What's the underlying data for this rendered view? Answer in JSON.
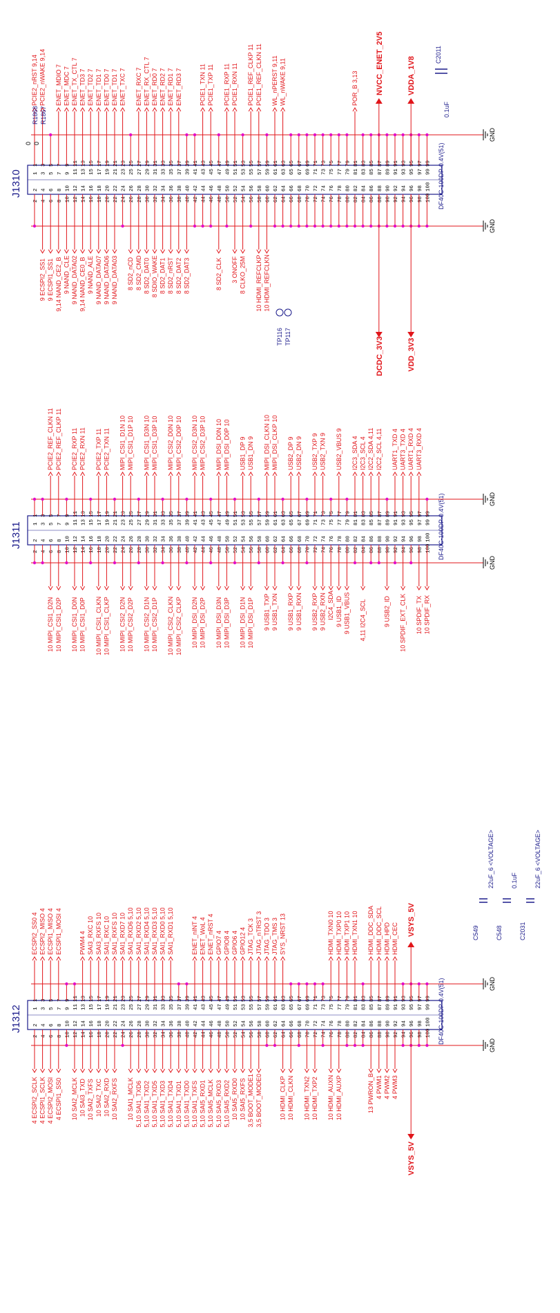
{
  "gnd_label": "GND",
  "connectors": [
    {
      "ref": "J1310",
      "part": "DF40C-100DP-0.4V(51)",
      "top_nets": [
        {
          "pin": 1,
          "label": "PCIE2_nRST",
          "ref": "9,14"
        },
        {
          "pin": 3,
          "label": "PCIE2_nWAKE",
          "ref": "9,14"
        },
        {
          "pin": 7,
          "label": "ENET_MDIO",
          "ref": "7"
        },
        {
          "pin": 9,
          "label": "ENET_MDC",
          "ref": "7"
        },
        {
          "pin": 11,
          "label": "ENET_TX_CTL",
          "ref": "7"
        },
        {
          "pin": 13,
          "label": "ENET_TD3",
          "ref": "7"
        },
        {
          "pin": 15,
          "label": "ENET_TD2",
          "ref": "7"
        },
        {
          "pin": 17,
          "label": "ENET_TD1",
          "ref": "7"
        },
        {
          "pin": 19,
          "label": "ENET_TD0",
          "ref": "7"
        },
        {
          "pin": 21,
          "label": "ENET_TD1",
          "ref": "7"
        },
        {
          "pin": 23,
          "label": "ENET_TXC",
          "ref": "7"
        },
        {
          "pin": 27,
          "label": "ENET_RXC",
          "ref": "7"
        },
        {
          "pin": 29,
          "label": "ENET_RX_CTL",
          "ref": "7"
        },
        {
          "pin": 31,
          "label": "ENET_RD0",
          "ref": "7"
        },
        {
          "pin": 33,
          "label": "ENET_RD2",
          "ref": "7"
        },
        {
          "pin": 35,
          "label": "ENET_RD1",
          "ref": "7"
        },
        {
          "pin": 37,
          "label": "ENET_RD3",
          "ref": "7"
        },
        {
          "pin": 43,
          "label": "PCIE1_TXN",
          "ref": "11"
        },
        {
          "pin": 45,
          "label": "PCIE1_TXP",
          "ref": "11"
        },
        {
          "pin": 49,
          "label": "PCIE1_RXP",
          "ref": "11"
        },
        {
          "pin": 51,
          "label": "PCIE1_RXN",
          "ref": "11"
        },
        {
          "pin": 55,
          "label": "PCIE1_REF_CLKP",
          "ref": "11"
        },
        {
          "pin": 57,
          "label": "PCIE1_REF_CLKN",
          "ref": "11"
        },
        {
          "pin": 61,
          "label": "WL_nPERST",
          "ref": "9,11"
        },
        {
          "pin": 63,
          "label": "WL_nWAKE",
          "ref": "9,11"
        },
        {
          "pin": 81,
          "label": "POR_B",
          "ref": "3,13"
        }
      ],
      "bottom_nets": [
        {
          "pin": 4,
          "label": "ECSPI2_SS1",
          "ref": "9"
        },
        {
          "pin": 6,
          "label": "ECSPI1_SS1",
          "ref": "9"
        },
        {
          "pin": 8,
          "label": "NAND_CE2_B",
          "ref": "9,14"
        },
        {
          "pin": 10,
          "label": "NAND_CLE",
          "ref": "9"
        },
        {
          "pin": 12,
          "label": "NAND_DATA02",
          "ref": "9"
        },
        {
          "pin": 14,
          "label": "NAND_CE0_B",
          "ref": "9,14"
        },
        {
          "pin": 16,
          "label": "NAND_ALE",
          "ref": "9"
        },
        {
          "pin": 18,
          "label": "NAND_DATA07",
          "ref": "9"
        },
        {
          "pin": 20,
          "label": "NAND_DATA06",
          "ref": "9"
        },
        {
          "pin": 22,
          "label": "NAND_DATA03",
          "ref": "9"
        },
        {
          "pin": 26,
          "label": "SD2_nCD",
          "ref": "8"
        },
        {
          "pin": 28,
          "label": "SD2_CMD",
          "ref": "8"
        },
        {
          "pin": 30,
          "label": "SD2_DAT0",
          "ref": "8"
        },
        {
          "pin": 32,
          "label": "SDIO_WAKE",
          "ref": "8"
        },
        {
          "pin": 34,
          "label": "SD2_DAT1",
          "ref": "8"
        },
        {
          "pin": 36,
          "label": "SD2_nRST",
          "ref": "8"
        },
        {
          "pin": 38,
          "label": "SD2_DAT2",
          "ref": "8"
        },
        {
          "pin": 40,
          "label": "SD2_DAT3",
          "ref": "8"
        },
        {
          "pin": 48,
          "label": "SD2_CLK",
          "ref": "8"
        },
        {
          "pin": 52,
          "label": "ONOFF",
          "ref": "3"
        },
        {
          "pin": 54,
          "label": "CLKO_25M",
          "ref": "8"
        },
        {
          "pin": 58,
          "label": "HDMI_REFCLKP",
          "ref": "10"
        },
        {
          "pin": 60,
          "label": "HDMI_REFCLKN",
          "ref": "10"
        }
      ],
      "resistors": [
        "R1868",
        "R1867"
      ],
      "resistor_values": [
        "0",
        "0"
      ],
      "testpoints": [
        "TP116",
        "TP117"
      ],
      "power_top": [
        {
          "label": "NVCC_ENET_2V5",
          "pin": 87
        },
        {
          "label": "VDDA_1V8",
          "pin": 95
        }
      ],
      "power_bottom": [
        {
          "label": "DCDC_3V3",
          "pin": 88
        },
        {
          "label": "VDD_3V3",
          "pin": 96
        }
      ],
      "cap": {
        "ref": "C2011",
        "value": "0.1uF"
      }
    },
    {
      "ref": "J1311",
      "part": "DF40C-100DP-0.4V(51)",
      "top_nets": [
        {
          "pin": 5,
          "label": "PCIE2_REF_CLKN",
          "ref": "11"
        },
        {
          "pin": 7,
          "label": "PCIE2_REF_CLKP",
          "ref": "11"
        },
        {
          "pin": 11,
          "label": "PCIE2_RXP",
          "ref": "11"
        },
        {
          "pin": 13,
          "label": "PCIE2_RXN",
          "ref": "11"
        },
        {
          "pin": 17,
          "label": "PCIE2_TXP",
          "ref": "11"
        },
        {
          "pin": 19,
          "label": "PCIE2_TXN",
          "ref": "11"
        },
        {
          "pin": 23,
          "label": "MIPI_CSI1_D1N",
          "ref": "10"
        },
        {
          "pin": 25,
          "label": "MIPI_CSI1_D1P",
          "ref": "10"
        },
        {
          "pin": 29,
          "label": "MIPI_CSI1_D3N",
          "ref": "10"
        },
        {
          "pin": 31,
          "label": "MIPI_CSI1_D3P",
          "ref": "10"
        },
        {
          "pin": 35,
          "label": "MIPI_CSI2_D0N",
          "ref": "10"
        },
        {
          "pin": 37,
          "label": "MIPI_CSI2_D0P",
          "ref": "10"
        },
        {
          "pin": 41,
          "label": "MIPI_CSI2_D3N",
          "ref": "10"
        },
        {
          "pin": 43,
          "label": "MIPI_CSI2_D3P",
          "ref": "10"
        },
        {
          "pin": 47,
          "label": "MIPI_DSI_D0N",
          "ref": "10"
        },
        {
          "pin": 49,
          "label": "MIPI_DSI_D0P",
          "ref": "10"
        },
        {
          "pin": 53,
          "label": "USB1_DP",
          "ref": "9"
        },
        {
          "pin": 55,
          "label": "USB1_DN",
          "ref": "9"
        },
        {
          "pin": 59,
          "label": "MIPI_DSI_CLKN",
          "ref": "10"
        },
        {
          "pin": 61,
          "label": "MIPI_DSI_CLKP",
          "ref": "10"
        },
        {
          "pin": 65,
          "label": "USB2_DP",
          "ref": "9"
        },
        {
          "pin": 67,
          "label": "USB2_DN",
          "ref": "9"
        },
        {
          "pin": 71,
          "label": "USB2_TXP",
          "ref": "9"
        },
        {
          "pin": 73,
          "label": "USB2_TXN",
          "ref": "9"
        },
        {
          "pin": 77,
          "label": "USB2_VBUS",
          "ref": "9"
        },
        {
          "pin": 81,
          "label": "I2C3_SDA",
          "ref": "4"
        },
        {
          "pin": 83,
          "label": "I2C3_SCL",
          "ref": "4"
        },
        {
          "pin": 85,
          "label": "I2C2_SDA",
          "ref": "4,11"
        },
        {
          "pin": 87,
          "label": "I2C2_SCL",
          "ref": "4,11"
        },
        {
          "pin": 91,
          "label": "UART1_TXD",
          "ref": "4"
        },
        {
          "pin": 93,
          "label": "UART3_TXD",
          "ref": "4"
        },
        {
          "pin": 95,
          "label": "UART1_RXD",
          "ref": "4"
        },
        {
          "pin": 97,
          "label": "UART3_RXD",
          "ref": "4"
        }
      ],
      "bottom_nets": [
        {
          "pin": 6,
          "label": "MIPI_CSI1_D2N",
          "ref": "10"
        },
        {
          "pin": 8,
          "label": "MIPI_CSI1_D2P",
          "ref": "10"
        },
        {
          "pin": 12,
          "label": "MIPI_CSI1_D0N",
          "ref": "10"
        },
        {
          "pin": 14,
          "label": "MIPI_CSI1_D0P",
          "ref": "10"
        },
        {
          "pin": 18,
          "label": "MIPI_CSI1_CLKN",
          "ref": "10"
        },
        {
          "pin": 20,
          "label": "MIPI_CSI1_CLKP",
          "ref": "10"
        },
        {
          "pin": 24,
          "label": "MIPI_CSI2_D2N",
          "ref": "10"
        },
        {
          "pin": 26,
          "label": "MIPI_CSI2_D2P",
          "ref": "10"
        },
        {
          "pin": 30,
          "label": "MIPI_CSI2_D1N",
          "ref": "10"
        },
        {
          "pin": 32,
          "label": "MIPI_CSI2_D1P",
          "ref": "10"
        },
        {
          "pin": 36,
          "label": "MIPI_CSI2_CLKN",
          "ref": "10"
        },
        {
          "pin": 38,
          "label": "MIPI_CSI2_CLKP",
          "ref": "10"
        },
        {
          "pin": 42,
          "label": "MIPI_DSI_D2N",
          "ref": "10"
        },
        {
          "pin": 44,
          "label": "MIPI_DSI_D2P",
          "ref": "10"
        },
        {
          "pin": 48,
          "label": "MIPI_DSI_D3N",
          "ref": "10"
        },
        {
          "pin": 50,
          "label": "MIPI_DSI_D3P",
          "ref": "10"
        },
        {
          "pin": 54,
          "label": "MIPI_DSI_D1N",
          "ref": "10"
        },
        {
          "pin": 56,
          "label": "MIPI_DSI_D1P",
          "ref": "10"
        },
        {
          "pin": 60,
          "label": "USB1_TXP",
          "ref": "9"
        },
        {
          "pin": 62,
          "label": "USB1_TXN",
          "ref": "9"
        },
        {
          "pin": 66,
          "label": "USB1_RXP",
          "ref": "9"
        },
        {
          "pin": 68,
          "label": "USB1_RXN",
          "ref": "9"
        },
        {
          "pin": 72,
          "label": "USB2_RXP",
          "ref": "9"
        },
        {
          "pin": 74,
          "label": "USB2_RXN",
          "ref": "9"
        },
        {
          "pin": 76,
          "label": "I2C4_SDA",
          "ref": ""
        },
        {
          "pin": 78,
          "label": "USB1_ID",
          "ref": "9"
        },
        {
          "pin": 80,
          "label": "USB1_VBUS",
          "ref": "9"
        },
        {
          "pin": 84,
          "label": "I2C4_SCL",
          "ref": "4,11"
        },
        {
          "pin": 90,
          "label": "USB2_ID",
          "ref": "9"
        },
        {
          "pin": 94,
          "label": "SPDIF_EXT_CLK",
          "ref": "10"
        },
        {
          "pin": 98,
          "label": "SPDIF_TX",
          "ref": "10"
        },
        {
          "pin": 100,
          "label": "SPDIF_RX",
          "ref": "10"
        }
      ]
    },
    {
      "ref": "J1312",
      "part": "DF40C-100DP-0.4V(51)",
      "top_nets": [
        {
          "pin": 1,
          "label": "ECSPI2_SS0",
          "ref": "4"
        },
        {
          "pin": 3,
          "label": "ECSPI2_MISO",
          "ref": "4"
        },
        {
          "pin": 5,
          "label": "ECSPI1_MISO",
          "ref": "4"
        },
        {
          "pin": 7,
          "label": "ECSPI1_MOSI",
          "ref": "4"
        },
        {
          "pin": 13,
          "label": "PWM4",
          "ref": "4"
        },
        {
          "pin": 15,
          "label": "SAI3_RXC",
          "ref": "10"
        },
        {
          "pin": 17,
          "label": "SAI3_RXFS",
          "ref": "10"
        },
        {
          "pin": 19,
          "label": "SAI1_RXC",
          "ref": "10"
        },
        {
          "pin": 21,
          "label": "SAI1_RXFS",
          "ref": "10"
        },
        {
          "pin": 23,
          "label": "SAI1_RXD7",
          "ref": "10"
        },
        {
          "pin": 25,
          "label": "SAI1_RXD6",
          "ref": "5,10"
        },
        {
          "pin": 27,
          "label": "SAI1_RXD2",
          "ref": "5,10"
        },
        {
          "pin": 29,
          "label": "SAI1_RXD4",
          "ref": "5,10"
        },
        {
          "pin": 31,
          "label": "SAI1_RXD3",
          "ref": "5,10"
        },
        {
          "pin": 33,
          "label": "SAI1_RXD0",
          "ref": "5,10"
        },
        {
          "pin": 35,
          "label": "SAI1_RXD1",
          "ref": "5,10"
        },
        {
          "pin": 41,
          "label": "ENET_nINT",
          "ref": "4"
        },
        {
          "pin": 43,
          "label": "ENET_WoL",
          "ref": "4"
        },
        {
          "pin": 45,
          "label": "ENET_nRST",
          "ref": "4"
        },
        {
          "pin": 47,
          "label": "GPIO7",
          "ref": "4"
        },
        {
          "pin": 49,
          "label": "GPIO8",
          "ref": "4"
        },
        {
          "pin": 51,
          "label": "GPIO6",
          "ref": "4"
        },
        {
          "pin": 53,
          "label": "GPIO12",
          "ref": "4"
        },
        {
          "pin": 55,
          "label": "JTAG_TCK",
          "ref": "3"
        },
        {
          "pin": 57,
          "label": "JTAG_nTRST",
          "ref": "3"
        },
        {
          "pin": 59,
          "label": "JTAG_TDO",
          "ref": "3"
        },
        {
          "pin": 61,
          "label": "JTAG_TMS",
          "ref": "3"
        },
        {
          "pin": 63,
          "label": "SYS_NRST",
          "ref": "13"
        },
        {
          "pin": 75,
          "label": "HDMI_TXN0",
          "ref": "10"
        },
        {
          "pin": 77,
          "label": "HDMI_TXP0",
          "ref": "10"
        },
        {
          "pin": 79,
          "label": "HDMI_TXP1",
          "ref": "10"
        },
        {
          "pin": 81,
          "label": "HDMI_TXN1",
          "ref": "10"
        },
        {
          "pin": 85,
          "label": "HDMI_DDC_SDA",
          "ref": ""
        },
        {
          "pin": 87,
          "label": "HDMI_DDC_SCL",
          "ref": ""
        },
        {
          "pin": 89,
          "label": "HDMI_HPD",
          "ref": ""
        },
        {
          "pin": 91,
          "label": "HDMI_CEC",
          "ref": ""
        }
      ],
      "bottom_nets": [
        {
          "pin": 2,
          "label": "ECSPI2_SCLK",
          "ref": "4"
        },
        {
          "pin": 4,
          "label": "ECSPI1_SCLK",
          "ref": "4"
        },
        {
          "pin": 6,
          "label": "ECSPI2_MOSI",
          "ref": "4"
        },
        {
          "pin": 8,
          "label": "ECSPI1_SS0",
          "ref": "4"
        },
        {
          "pin": 12,
          "label": "SAI2_MCLK",
          "ref": "10"
        },
        {
          "pin": 14,
          "label": "SAI3_TXD",
          "ref": "10"
        },
        {
          "pin": 16,
          "label": "SAI2_TXFS",
          "ref": "10"
        },
        {
          "pin": 18,
          "label": "SAI2_TXC",
          "ref": "10"
        },
        {
          "pin": 20,
          "label": "SAI2_RXD",
          "ref": "10"
        },
        {
          "pin": 22,
          "label": "SAI2_RXFS",
          "ref": "10"
        },
        {
          "pin": 26,
          "label": "SAI1_MCLK",
          "ref": "10"
        },
        {
          "pin": 28,
          "label": "SAI1_TXD6",
          "ref": "5,10"
        },
        {
          "pin": 30,
          "label": "SAI1_TXD2",
          "ref": "5,10"
        },
        {
          "pin": 32,
          "label": "SAI1_TXD5",
          "ref": "5,10"
        },
        {
          "pin": 34,
          "label": "SAI1_TXD3",
          "ref": "5,10"
        },
        {
          "pin": 36,
          "label": "SAI1_TXD4",
          "ref": "5,10"
        },
        {
          "pin": 38,
          "label": "SAI1_TXD1",
          "ref": "5,10"
        },
        {
          "pin": 40,
          "label": "SAI1_TXD0",
          "ref": "5,10"
        },
        {
          "pin": 42,
          "label": "SAI1_TXFS",
          "ref": "5,10"
        },
        {
          "pin": 44,
          "label": "SAI5_RXD1",
          "ref": "5,10"
        },
        {
          "pin": 46,
          "label": "SAI5_MCLK",
          "ref": "5,10"
        },
        {
          "pin": 48,
          "label": "SAI5_RXD3",
          "ref": "5,10"
        },
        {
          "pin": 50,
          "label": "SAI5_RXD2",
          "ref": "5,10"
        },
        {
          "pin": 52,
          "label": "SAI5_RXD0",
          "ref": "10"
        },
        {
          "pin": 54,
          "label": "SAI5_RXFS",
          "ref": "10"
        },
        {
          "pin": 56,
          "label": "BOOT_MODE1",
          "ref": "3,5"
        },
        {
          "pin": 58,
          "label": "BOOT_MODE0",
          "ref": "3,5"
        },
        {
          "pin": 64,
          "label": "HDMI_CLKP",
          "ref": "10"
        },
        {
          "pin": 66,
          "label": "HDMI_CLKN",
          "ref": "10"
        },
        {
          "pin": 70,
          "label": "HDMI_TXN2",
          "ref": "10"
        },
        {
          "pin": 72,
          "label": "HDMI_TXP2",
          "ref": "10"
        },
        {
          "pin": 76,
          "label": "HDMI_AUXN",
          "ref": "10"
        },
        {
          "pin": 78,
          "label": "HDMI_AUXP",
          "ref": "10"
        },
        {
          "pin": 86,
          "label": "PWRON_B",
          "ref": "13"
        },
        {
          "pin": 88,
          "label": "PWM1",
          "ref": "4"
        },
        {
          "pin": 90,
          "label": "PWM2",
          "ref": "4"
        },
        {
          "pin": 92,
          "label": "PWM3",
          "ref": "4"
        }
      ],
      "power_top": [
        {
          "label": "VSYS_5V",
          "pin": 95
        }
      ],
      "power_bottom": [
        {
          "label": "VSYS_5V",
          "pin": 96
        }
      ],
      "caps": [
        {
          "ref": "C549",
          "value": "22uF_6 <VOLTAGE>"
        },
        {
          "ref": "C548",
          "value": "0.1uF"
        },
        {
          "ref": "C2031",
          "value": "22uF_6 <VOLTAGE>"
        }
      ]
    }
  ]
}
